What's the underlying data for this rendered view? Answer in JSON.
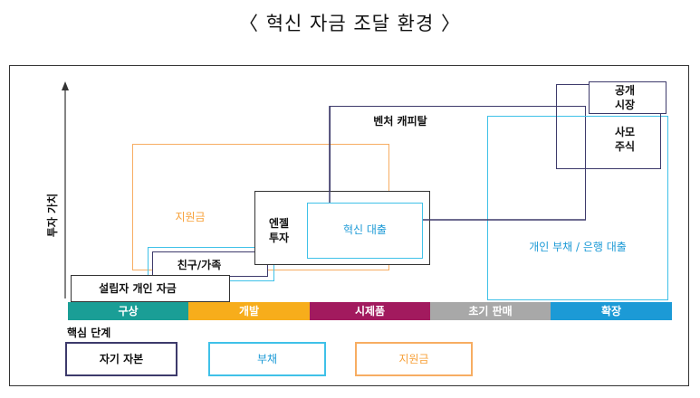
{
  "title": "〈 혁신 자금 조달 환경 〉",
  "y_axis_label": "투자 가치",
  "boxes": {
    "personal_funds": "설립자 개인 자금",
    "friends_family": "친구/가족",
    "grants": "지원금",
    "angel": "엔젤\n투자",
    "innovation_loan": "혁신 대출",
    "venture_capital": "벤처 캐피탈",
    "public_market": "공개\n시장",
    "private_equity": "사모\n주식",
    "personal_debt": "개인 부채 / 은행  대출"
  },
  "stages": [
    {
      "label": "구상",
      "color": "#1a9e96"
    },
    {
      "label": "개발",
      "color": "#f7ad1b"
    },
    {
      "label": "시제품",
      "color": "#a21a5e"
    },
    {
      "label": "초기 판매",
      "color": "#a8a8a8"
    },
    {
      "label": "확장",
      "color": "#1c9ad6"
    }
  ],
  "legend_title": "핵심 단계",
  "legend": {
    "equity": "자기 자본",
    "debt": "부채",
    "grant": "지원금"
  },
  "colors": {
    "equity": "#3d3a6b",
    "debt": "#3fc1e8",
    "grant": "#f7ad62",
    "axis": "#333333"
  }
}
